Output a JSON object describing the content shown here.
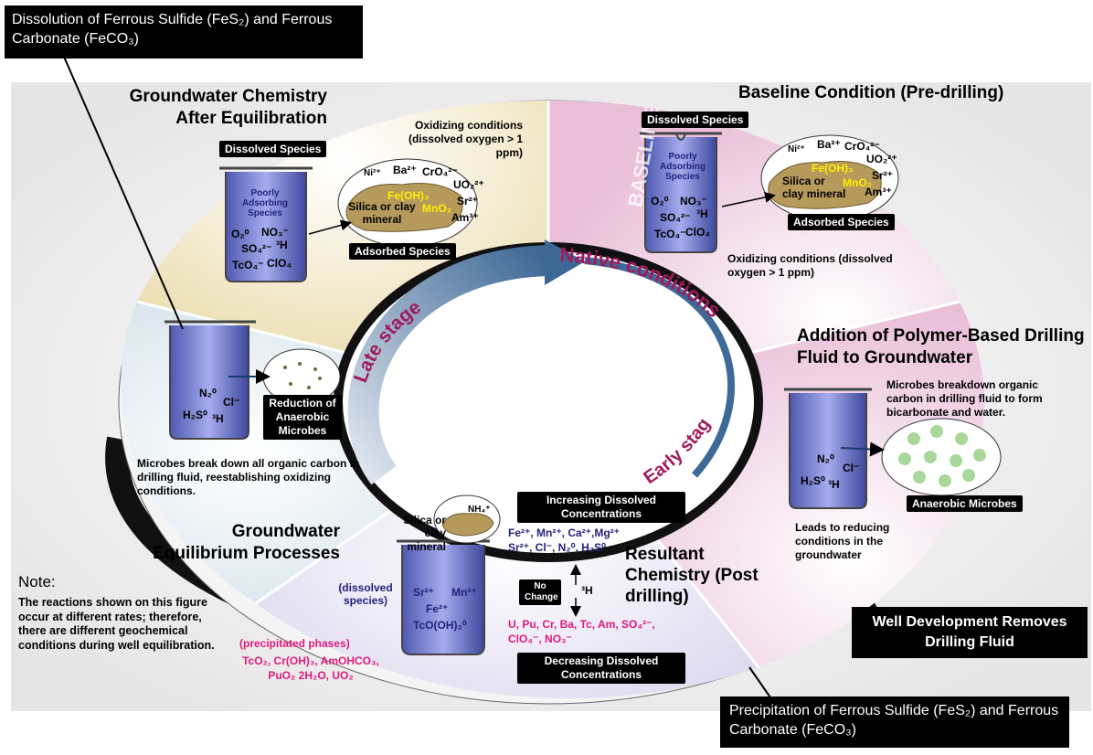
{
  "callouts": {
    "top_left": "Dissolution of Ferrous Sulfide (FeS₂) and Ferrous Carbonate (FeCO₃)",
    "bottom_right": "Precipitation of Ferrous Sulfide (FeS₂) and Ferrous Carbonate (FeCO₃)",
    "well_development": "Well Development Removes Drilling Fluid"
  },
  "cycle": {
    "native": "Native conditions",
    "late": "Late stage",
    "early": "Early stage",
    "baseline_watermark": "BASELINE"
  },
  "baseline": {
    "title": "Baseline Condition (Pre-drilling)",
    "dissolved_tag": "Dissolved Species",
    "adsorbed_tag": "Adsorbed Species",
    "beaker_title": "Poorly Adsorbing Species",
    "species": [
      "O₂⁰",
      "NO₃⁻",
      "SO₄²⁻",
      "³H",
      "TcO₄⁻",
      "ClO₄"
    ],
    "sorbed": [
      "Ni²⁺",
      "Ba²⁺",
      "CrO₄²⁻",
      "UO₂²⁺",
      "Sr²⁺",
      "Am³⁺"
    ],
    "mineral": "Silica or clay mineral",
    "feoh": "Fe(OH)₃",
    "mno": "MnO₂",
    "condition": "Oxidizing conditions (dissolved oxygen > 1 ppm)"
  },
  "after_equilibration": {
    "title": "Groundwater Chemistry After Equilibration",
    "dissolved_tag": "Dissolved Species",
    "adsorbed_tag": "Adsorbed Species",
    "beaker_title": "Poorly Adsorbing Species",
    "condition": "Oxidizing conditions (dissolved oxygen > 1 ppm)"
  },
  "polymer": {
    "title": "Addition of Polymer-Based Drilling Fluid to Groundwater",
    "desc": "Microbes breakdown organic carbon in drilling fluid to form bicarbonate and water.",
    "species": [
      "N₂⁰",
      "Cl⁻",
      "H₂S⁰",
      "³H"
    ],
    "microbes_tag": "Anaerobic Microbes",
    "leads": "Leads to reducing conditions in the groundwater"
  },
  "reduction": {
    "tag": "Reduction of Anaerobic Microbes",
    "species": [
      "N₂⁰",
      "Cl⁻",
      "H₂S⁰",
      "³H"
    ],
    "desc": "Microbes break down all organic carbon in drilling fluid, reestablishing oxidizing conditions."
  },
  "equilibrium": {
    "title": "Groundwater Equilibrium Processes",
    "mineral": "Silica or clay mineral",
    "nh4": "NH₄⁺",
    "dissolved_label": "(dissolved species)",
    "beaker_species": [
      "Sr²⁺",
      "Mn²⁺",
      "Fe²⁺",
      "TcO(OH)₂⁰"
    ],
    "precip_label": "(precipitated phases)",
    "precip": "TcO₂, Cr(OH)₃, AmOHCO₃, PuO₂ 2H₂O, UO₂"
  },
  "resultant": {
    "title": "Resultant Chemistry (Post drilling)",
    "increasing_tag": "Increasing Dissolved Concentrations",
    "increasing_species": "Fe²⁺, Mn²⁺, Ca²⁺,Mg²⁺ Sr²⁺, Cl⁻, N₂⁰, H₂S⁰",
    "no_change_tag": "No Change",
    "tritium": "³H",
    "decreasing_species": "U, Pu, Cr, Ba, Tc, Am, SO₄²⁻, ClO₄⁻, NO₃⁻",
    "decreasing_tag": "Decreasing Dissolved Concentrations"
  },
  "note": {
    "head": "Note:",
    "body": "The reactions shown on this figure occur at different rates; therefore, there are different geochemical conditions during well equilibration."
  },
  "colors": {
    "ring": "#1a1a1a",
    "arrow": "#3f6a98",
    "stage_text": "#a01a5c",
    "pink_text": "#e0197d",
    "blue_text": "#22227a",
    "beaker_water": "#6a73c8",
    "mineral": "#b59a5c"
  }
}
